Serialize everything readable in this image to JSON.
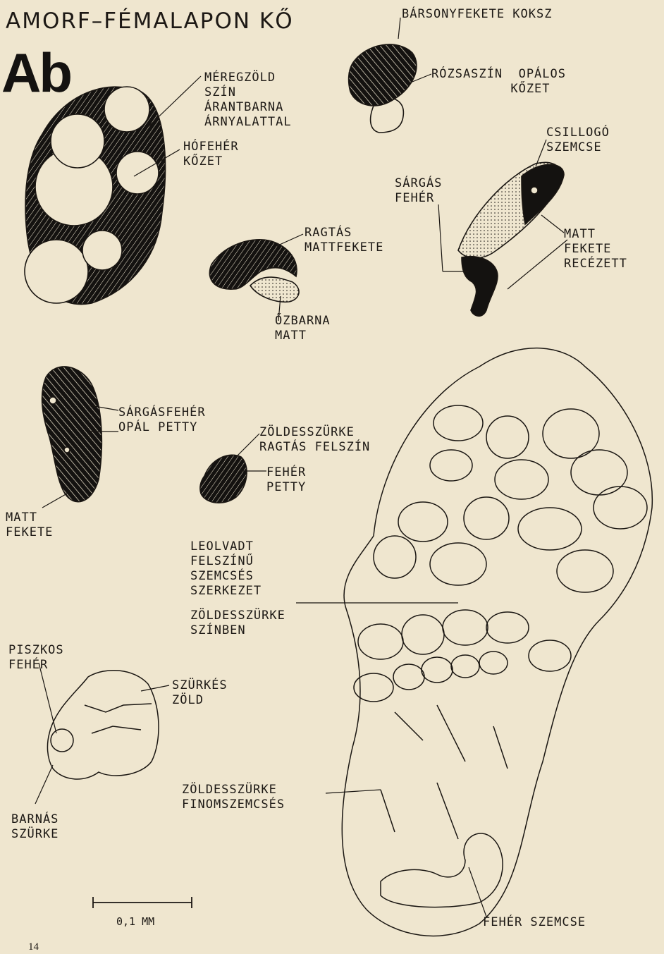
{
  "page": {
    "title": "AMORF–FÉMALAPON KŐ",
    "badge": "Ab",
    "page_number": "14"
  },
  "labels": {
    "merreg": "MÉREGZÖLD\nSZÍN\nÁRANTBARNA\nÁRNYALATTAL",
    "hofeher": "HÓFEHÉR\nKŐZET",
    "barson": "BÁRSONYFEKETE     KOKSZ",
    "rozsa": "RÓZSASZÍN  OPÁLOS\n          KŐZET",
    "csillogo": "CSILLOGÓ\nSZEMCSE",
    "sargas": "SÁRGÁS\nFEHÉR",
    "matt_fekete_rec": "MATT\nFEKETE\nRECÉZETT",
    "ragtas": "RAGTÁS\nMATTFEKETE",
    "ozbarna": "ŐZBARNA\nMATT",
    "sargaspeher": "SÁRGÁSFEHÉR\nOPÁL PETTY",
    "zoldes1": "ZÖLDESSZÜRKE\nRAGTÁS FELSZÍN",
    "feher_petty": "FEHÉR\nPETTY",
    "matt_fekete": "MATT\nFEKETE",
    "leolvadt": "LEOLVADT\nFELSZÍNŰ\nSZEMCSÉS\nSZERKEZET",
    "zoldes2": "ZÖLDESSZÜRKE\nSZÍNBEN",
    "piszkos": "PISZKOS\nFEHÉR",
    "szurkes": "SZÜRKÉS\nZÖLD",
    "barnas": "BARNÁS\nSZÜRKE",
    "zoldes3": "ZÖLDESSZÜRKE\nFINOMSZEMCSÉS",
    "feher_szemcse": "FEHÉR SZEMCSE"
  },
  "scale_bar": {
    "label": "0,1 MM"
  },
  "colors": {
    "paper": "#efe6cf",
    "ink": "#1a1612"
  }
}
